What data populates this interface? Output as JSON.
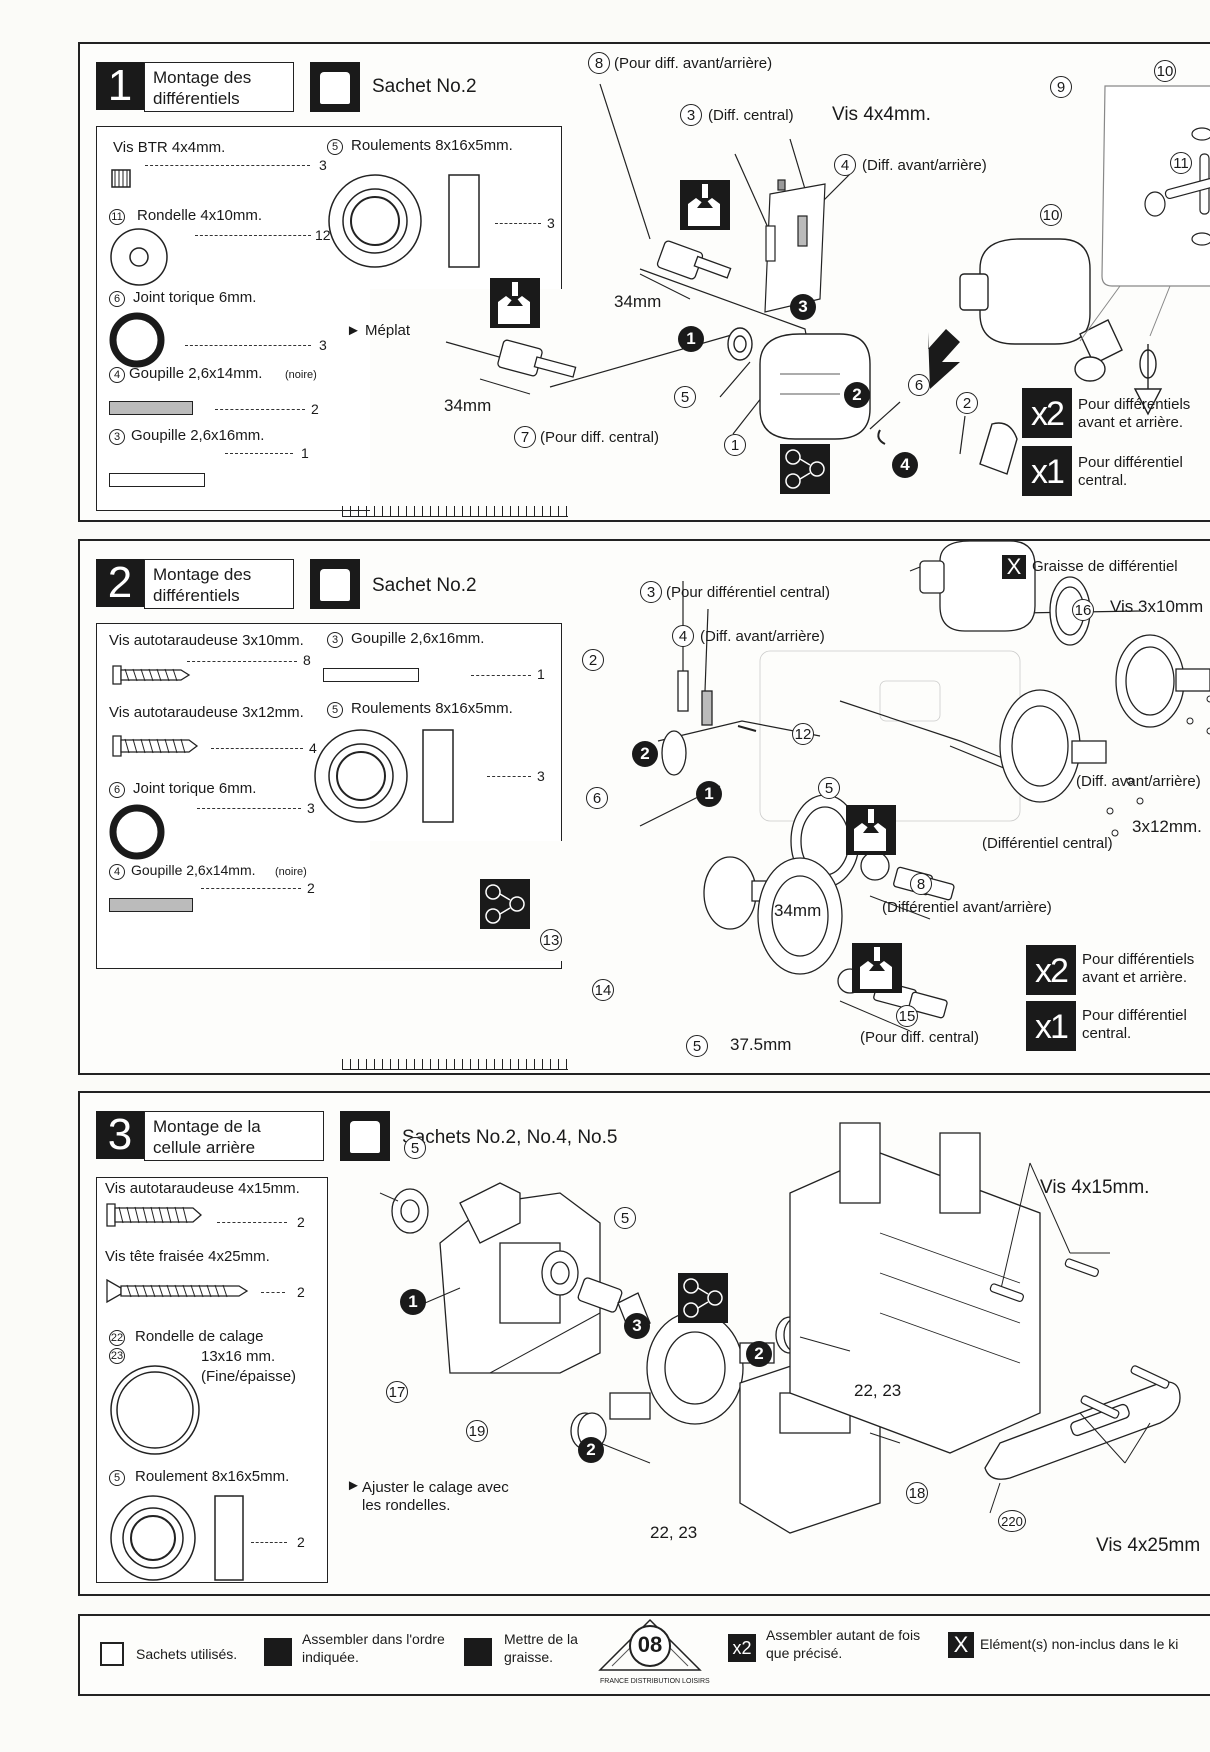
{
  "page_number": "08",
  "badge_text": "FRANCE DISTRIBUTION LOISIRS",
  "step1": {
    "num": "1",
    "title": "Montage des\ndifférentiels",
    "bag": "Sachet No.2",
    "parts": {
      "p1_name": "Vis BTR 4x4mm.",
      "p1_qty": "3",
      "p11_no": "11",
      "p11_name": "Rondelle 4x10mm.",
      "p11_qty": "12",
      "p6_no": "6",
      "p6_name": "Joint torique 6mm.",
      "p6_qty": "3",
      "p4_no": "4",
      "p4_name": "Goupille 2,6x14mm.",
      "p4_note": "(noire)",
      "p4_qty": "2",
      "p3_no": "3",
      "p3_name": "Goupille 2,6x16mm.",
      "p3_qty": "1",
      "p5_no": "5",
      "p5_name": "Roulements 8x16x5mm.",
      "p5_qty": "3"
    },
    "labels": {
      "l8": "8",
      "l8_txt": "(Pour diff. avant/arrière)",
      "l3": "3",
      "l3_txt": "(Diff. central)",
      "vis": "Vis 4x4mm.",
      "l4": "4",
      "l4_txt": "(Diff. avant/arrière)",
      "meplat": "Méplat",
      "d34a": "34mm",
      "d34b": "34mm",
      "l7": "7",
      "l7_txt": "(Pour diff. central)",
      "l5": "5",
      "l1": "1",
      "l6": "6",
      "l2": "2",
      "l9": "9",
      "l10a": "10",
      "l10b": "10",
      "l11": "11",
      "s1": "1",
      "s2": "2",
      "s3": "3",
      "s4": "4"
    },
    "mult_a": "x2",
    "mult_a_txt": "Pour différentiels\navant et arrière.",
    "mult_b": "x1",
    "mult_b_txt": "Pour différentiel\ncentral."
  },
  "step2": {
    "num": "2",
    "title": "Montage des\ndifférentiels",
    "bag": "Sachet No.2",
    "parts": {
      "a_name": "Vis autotaraudeuse 3x10mm.",
      "a_qty": "8",
      "b_name": "Vis autotaraudeuse 3x12mm.",
      "b_qty": "4",
      "p6_no": "6",
      "p6_name": "Joint torique 6mm.",
      "p6_qty": "3",
      "p4_no": "4",
      "p4_name": "Goupille 2,6x14mm.",
      "p4_note": "(noire)",
      "p4_qty": "2",
      "p3_no": "3",
      "p3_name": "Goupille 2,6x16mm.",
      "p3_qty": "1",
      "p5_no": "5",
      "p5_name": "Roulements 8x16x5mm.",
      "p5_qty": "3"
    },
    "labels": {
      "l3": "3",
      "l3_txt": "(Pour différentiel central)",
      "l4": "4",
      "l4_txt": "(Diff. avant/arrière)",
      "grease_txt": "Graisse de différentiel",
      "l16": "16",
      "vis310": "Vis 3x10mm",
      "l2": "2",
      "l6": "6",
      "l12": "12",
      "l5a": "5",
      "l5b": "5",
      "diff_ar": "(Diff. avant/arrière)",
      "vis312": "3x12mm.",
      "diff_c": "(Différentiel central)",
      "l8": "8",
      "diff_ar2": "(Différentiel avant/arrière)",
      "d34": "34mm",
      "l13": "13",
      "l14": "14",
      "l15": "15",
      "l15_txt": "(Pour diff. central)",
      "d375": "37.5mm",
      "s1": "1",
      "s2": "2"
    },
    "mult_a": "x2",
    "mult_a_txt": "Pour différentiels\navant et arrière.",
    "mult_b": "x1",
    "mult_b_txt": "Pour différentiel\ncentral."
  },
  "step3": {
    "num": "3",
    "title": "Montage de la\ncellule arrière",
    "bag": "Sachets No.2, No.4, No.5",
    "parts": {
      "a_name": "Vis autotaraudeuse 4x15mm.",
      "a_qty": "2",
      "b_name": "Vis tête fraisée 4x25mm.",
      "b_qty": "2",
      "p22_no": "22",
      "p23_no": "23",
      "p22_name": "Rondelle de calage",
      "p22_size": "13x16 mm.",
      "p22_note": "(Fine/épaisse)",
      "p5_no": "5",
      "p5_name": "Roulement 8x16x5mm.",
      "p5_qty": "2"
    },
    "labels": {
      "l5a": "5",
      "l5b": "5",
      "l17": "17",
      "l19": "19",
      "l2223a": "22, 23",
      "l2223b": "22, 23",
      "l18": "18",
      "l220": "220",
      "vis415": "Vis 4x15mm.",
      "vis425": "Vis 4x25mm",
      "ajuster": "Ajuster le calage avec\nles rondelles.",
      "s1": "1",
      "s2a": "2",
      "s2b": "2",
      "s3": "3"
    }
  },
  "footer": {
    "bags": "Sachets utilisés.",
    "order": "Assembler dans l'ordre\nindiquée.",
    "grease": "Mettre de la\ngraisse.",
    "mult": "x2",
    "mult_txt": "Assembler autant de fois\nque précisé.",
    "x_txt": "Elément(s) non-inclus dans le ki"
  }
}
